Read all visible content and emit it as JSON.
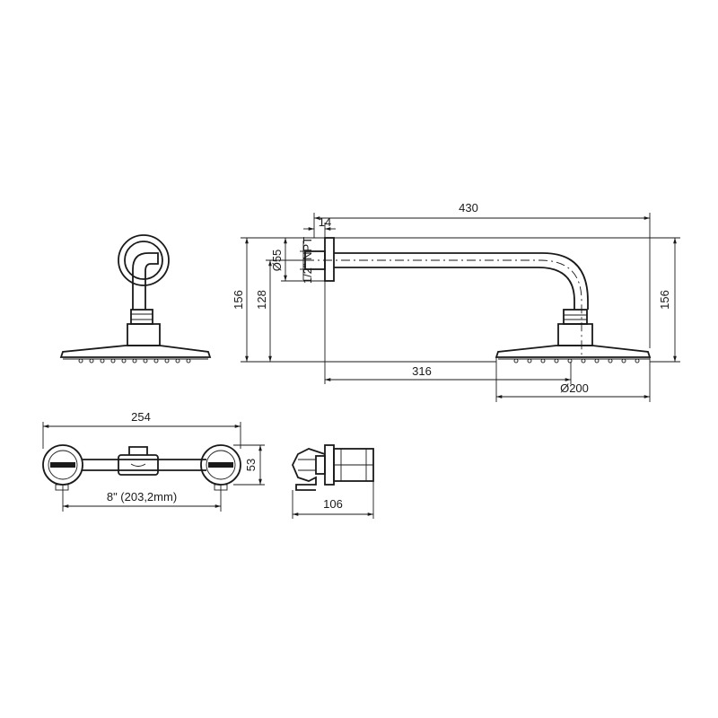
{
  "dimensions": {
    "total_length": "430",
    "flange_thickness": "14",
    "diameter_flange": "Ø55",
    "thread": "1/2\" NPT",
    "height_left": "156",
    "height_mid": "128",
    "height_right": "156",
    "arm_reach": "316",
    "head_diameter": "Ø200",
    "valve_width": "254",
    "valve_height": "53",
    "valve_centers": "8\" (203,2mm)",
    "valve_depth": "106"
  },
  "colors": {
    "line": "#1a1a1a",
    "background": "#ffffff"
  }
}
